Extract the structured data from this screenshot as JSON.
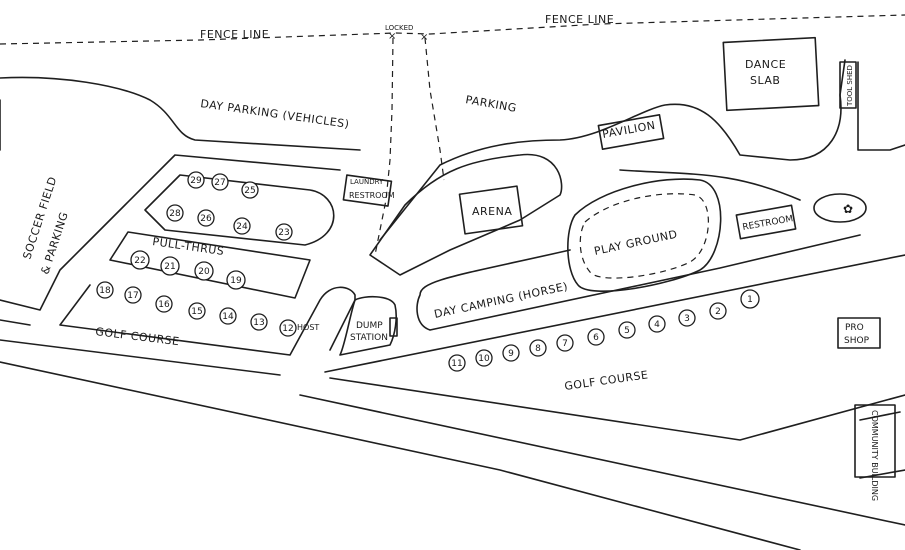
{
  "labels": {
    "fence_left": "FENCE LINE",
    "fence_right": "FENCE LINE",
    "locked": "LOCKED",
    "day_parking": "DAY PARKING (VEHICLES)",
    "parking": "PARKING",
    "soccer_line1": "SOCCER FIELD",
    "soccer_line2": "& PARKING",
    "laundry": "LAUNDRY",
    "restroom_left": "RESTROOM",
    "pull_thrus": "PULL-THRUS",
    "host": "HOST",
    "golf_left": "GOLF COURSE",
    "dump_station_1": "DUMP",
    "dump_station_2": "STATION",
    "arena": "ARENA",
    "pavilion": "PAVILION",
    "dance_slab_1": "DANCE",
    "dance_slab_2": "SLAB",
    "tool_shed": "TOOL SHED",
    "playground": "PLAY GROUND",
    "restroom_right": "RESTROOM",
    "day_camping": "DAY CAMPING (HORSE)",
    "golf_right": "GOLF COURSE",
    "pro_shop_1": "PRO",
    "pro_shop_2": "SHOP",
    "community_building": "COMMUNITY BUILDING"
  },
  "sites": {
    "row_upper_left": [
      "29",
      "27",
      "25"
    ],
    "row_mid_left": [
      "28",
      "26",
      "24",
      "23"
    ],
    "pull_thru_row": [
      "22",
      "21",
      "20",
      "19"
    ],
    "row_lower_left": [
      "18",
      "17",
      "16",
      "15",
      "14",
      "13",
      "12"
    ],
    "row_bottom": [
      "11",
      "10",
      "9",
      "8",
      "7",
      "6",
      "5",
      "4",
      "3",
      "2",
      "1"
    ]
  }
}
